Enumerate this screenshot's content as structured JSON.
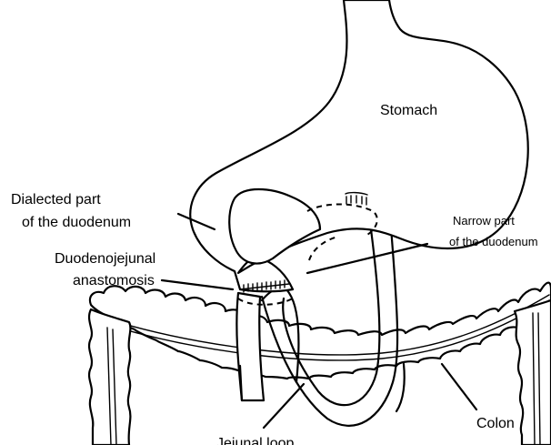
{
  "diagram": {
    "labels": {
      "stomach": "Stomach",
      "dilated_part_line1": "Dialected part",
      "dilated_part_line2": "of the duodenum",
      "narrow_part_line1": "Narrow part",
      "narrow_part_line2": "of the duodenum",
      "anastomosis_line1": "Duodenojejunal",
      "anastomosis_line2": "anastomosis",
      "colon": "Colon",
      "jejunal_loop": "Jejunal loop"
    }
  }
}
